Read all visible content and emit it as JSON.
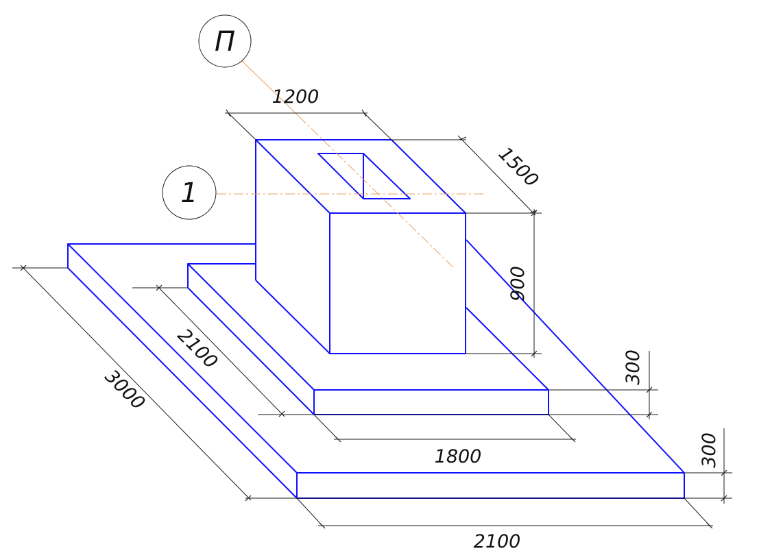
{
  "dimensions": {
    "top_width": "1200",
    "top_depth": "1500",
    "column_height": "900",
    "step_height": "300",
    "base_height": "300",
    "middle_width": "1800",
    "middle_depth": "2100",
    "base_depth": "3000",
    "base_width": "2100"
  },
  "markers": {
    "axis_letter": "П",
    "axis_number": "1"
  },
  "colors": {
    "edges": "#1010ff",
    "dimension_lines": "#1a1a1a",
    "axis_lines": "#e8a060"
  }
}
